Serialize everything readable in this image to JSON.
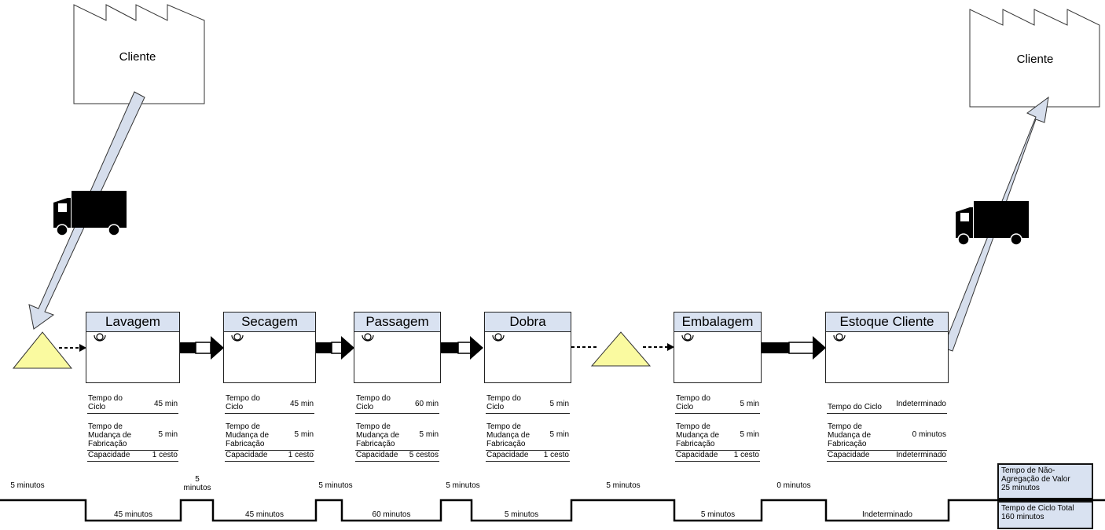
{
  "customers": [
    {
      "label": "Cliente"
    },
    {
      "label": "Cliente"
    }
  ],
  "processes": [
    {
      "title": "Lavagem",
      "rows": [
        {
          "k": "Tempo do\nCiclo",
          "v": "45 min"
        },
        {
          "k": "Tempo de\nMudança de\nFabricação",
          "v": "5 min"
        },
        {
          "k": "Capacidade",
          "v": "1 cesto"
        }
      ]
    },
    {
      "title": "Secagem",
      "rows": [
        {
          "k": "Tempo do\nCiclo",
          "v": "45 min"
        },
        {
          "k": "Tempo de\nMudança de\nFabricação",
          "v": "5 min"
        },
        {
          "k": "Capacidade",
          "v": "1 cesto"
        }
      ]
    },
    {
      "title": "Passagem",
      "rows": [
        {
          "k": "Tempo do\nCiclo",
          "v": "60 min"
        },
        {
          "k": "Tempo de\nMudança de\nFabricação",
          "v": "5 min"
        },
        {
          "k": "Capacidade",
          "v": "5 cestos"
        }
      ]
    },
    {
      "title": "Dobra",
      "rows": [
        {
          "k": "Tempo do\nCiclo",
          "v": "5 min"
        },
        {
          "k": "Tempo de\nMudança de\nFabricação",
          "v": "5 min"
        },
        {
          "k": "Capacidade",
          "v": "1 cesto"
        }
      ]
    },
    {
      "title": "Embalagem",
      "rows": [
        {
          "k": "Tempo do\nCiclo",
          "v": "5 min"
        },
        {
          "k": "Tempo de\nMudança de\nFabricação",
          "v": "5 min"
        },
        {
          "k": "Capacidade",
          "v": "1 cesto"
        }
      ]
    },
    {
      "title": "Estoque Cliente",
      "rows": [
        {
          "k": "Tempo do Ciclo",
          "v": "Indeterminado"
        },
        {
          "k": "Tempo de\nMudança de\nFabricação",
          "v": "0 minutos"
        },
        {
          "k": "Capacidade",
          "v": "Indeterminado"
        }
      ]
    }
  ],
  "timeline": {
    "waiting": [
      "5 minutos",
      "5\nminutos",
      "5 minutos",
      "5 minutos",
      "5 minutos",
      "0 minutos"
    ],
    "processing": [
      "45 minutos",
      "45 minutos",
      "60 minutos",
      "5 minutos",
      "5 minutos",
      "Indeterminado"
    ]
  },
  "summary": {
    "non_value_added": "Tempo de Não-\nAgregação de Valor\n25 minutos",
    "total_cycle": "Tempo de Ciclo Total\n160 minutos"
  },
  "colors": {
    "process_header": "#d9e2f1",
    "inventory_triangle": "#fafaa0",
    "arrow_fill": "#d6deec"
  }
}
